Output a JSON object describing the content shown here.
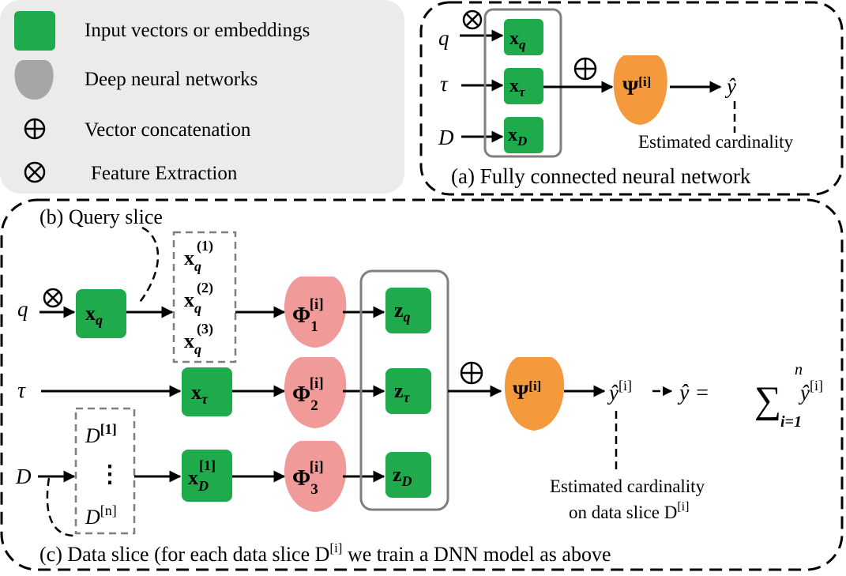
{
  "legend": {
    "items": [
      {
        "label": "Input vectors or embeddings",
        "icon": "green-square-icon"
      },
      {
        "label": "Deep neural networks",
        "icon": "gray-blob-icon"
      },
      {
        "label": "Vector concatenation",
        "icon": "oplus-icon"
      },
      {
        "label": "Feature Extraction",
        "icon": "otimes-icon"
      }
    ],
    "background": "#ebebeb"
  },
  "panel_a": {
    "caption": "(a) Fully connected neural network",
    "inputs": {
      "q": "q",
      "tau": "τ",
      "d": "D"
    },
    "vectors": {
      "xq_base": "x",
      "xq_sub": "q",
      "xt_base": "x",
      "xt_sub": "τ",
      "xd_base": "x",
      "xd_sub": "D"
    },
    "network": {
      "base": "Ψ",
      "sup": "[i]"
    },
    "output": "ŷ",
    "note": "Estimated cardinality"
  },
  "panel_bc": {
    "query_caption": "(b) Query slice",
    "data_caption_pre": "(c) Data slice (for each data slice D",
    "data_caption_sup": "[i]",
    "data_caption_post": " we train a DNN model as above",
    "inputs": {
      "q": "q",
      "tau": "τ",
      "d": "D"
    },
    "xq": {
      "base": "x",
      "sub": "q"
    },
    "query_slices": [
      {
        "base": "x",
        "sub": "q",
        "sup": "(1)"
      },
      {
        "base": "x",
        "sub": "q",
        "sup": "(2)"
      },
      {
        "base": "x",
        "sub": "q",
        "sup": "(3)"
      }
    ],
    "xt": {
      "base": "x",
      "sub": "τ"
    },
    "xd1": {
      "base": "x",
      "sub": "D",
      "sup": "[1]"
    },
    "data_slices": {
      "first_base": "D",
      "first_sup": "[1]",
      "dots": "⋮",
      "last_base": "D",
      "last_sup": "[n]"
    },
    "phis": [
      {
        "base": "Φ",
        "sub": "1",
        "sup": "[i]"
      },
      {
        "base": "Φ",
        "sub": "2",
        "sup": "[i]"
      },
      {
        "base": "Φ",
        "sub": "3",
        "sup": "[i]"
      }
    ],
    "zs": [
      {
        "base": "z",
        "sub": "q"
      },
      {
        "base": "z",
        "sub": "τ"
      },
      {
        "base": "z",
        "sub": "D"
      }
    ],
    "network": {
      "base": "Ψ",
      "sup": "[i]"
    },
    "output": {
      "base": "ŷ",
      "sup": "[i]"
    },
    "formula": {
      "lhs": "ŷ = ",
      "sum": "∑",
      "upper": "n",
      "lower": "i=1",
      "term_base": "ŷ",
      "term_sup": "[i]"
    },
    "note_line1": "Estimated cardinality",
    "note_line2_pre": "on data slice D",
    "note_line2_sup": "[i]"
  },
  "colors": {
    "green": "#1faa4c",
    "gray": "#a6a6a6",
    "pink": "#f19a9a",
    "orange": "#f59a3c"
  }
}
